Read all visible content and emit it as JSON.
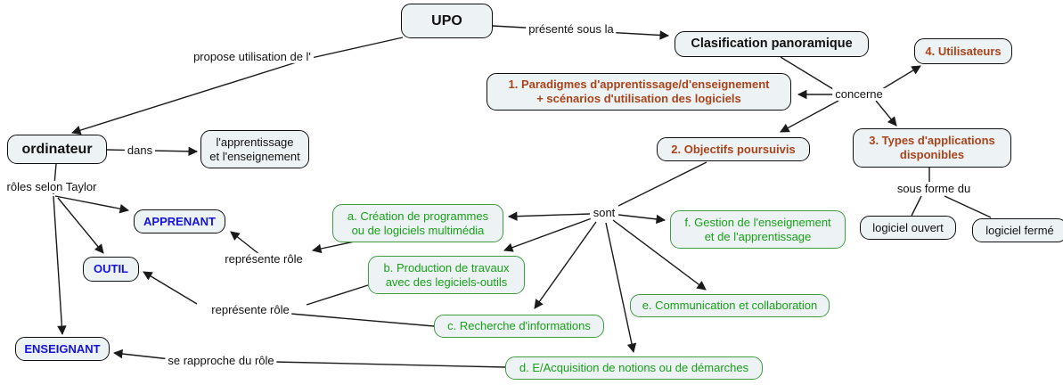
{
  "diagram_title": "UPO concept map",
  "colors": {
    "background": "#ffffff",
    "box_fill": "#edf3f5",
    "box_border": "#0f0f0f",
    "green_text": "#18a018",
    "green_border": "#3f9c3f",
    "brown_text": "#a8431a",
    "blue_text": "#1414dd",
    "line": "#1a1a1a"
  },
  "nodes": {
    "upo": {
      "label": "UPO"
    },
    "clasification": {
      "label": "Clasification panoramique"
    },
    "utilisateurs": {
      "label": "4. Utilisateurs"
    },
    "paradigmes": {
      "label": "1. Paradigmes d'apprentissage/d'enseignement\n+ scénarios d'utilisation des logiciels"
    },
    "objectifs": {
      "label": "2. Objectifs poursuivis"
    },
    "types": {
      "label": "3. Types d'applications\ndisponibles"
    },
    "ordinateur": {
      "label": "ordinateur"
    },
    "apprentissage": {
      "label": "l'apprentissage\net l'enseignement"
    },
    "apprenant": {
      "label": "APPRENANT"
    },
    "outil": {
      "label": "OUTIL"
    },
    "enseignant": {
      "label": "ENSEIGNANT"
    },
    "a_box": {
      "label": "a. Création de programmes\nou de logiciels multimédia"
    },
    "b_box": {
      "label": "b. Production de travaux\navec des legiciels-outils"
    },
    "c_box": {
      "label": "c. Recherche d'informations"
    },
    "d_box": {
      "label": "d. E/Acquisition de notions ou de démarches"
    },
    "e_box": {
      "label": "e. Communication et collaboration"
    },
    "f_box": {
      "label": "f. Gestion de l'enseignement\net de l'apprentissage"
    },
    "ouvert": {
      "label": "logiciel ouvert"
    },
    "ferme": {
      "label": "logiciel fermé"
    }
  },
  "links": {
    "presente": "présenté sous la",
    "propose": "propose utilisation de l'",
    "dans": "dans",
    "roles": "rôles selon Taylor",
    "concerne": "concerne",
    "sont": "sont",
    "sous_forme": "sous forme du",
    "represente1": "représente rôle",
    "represente2": "représente rôle",
    "rapproche": "se rapproche du rôle"
  }
}
